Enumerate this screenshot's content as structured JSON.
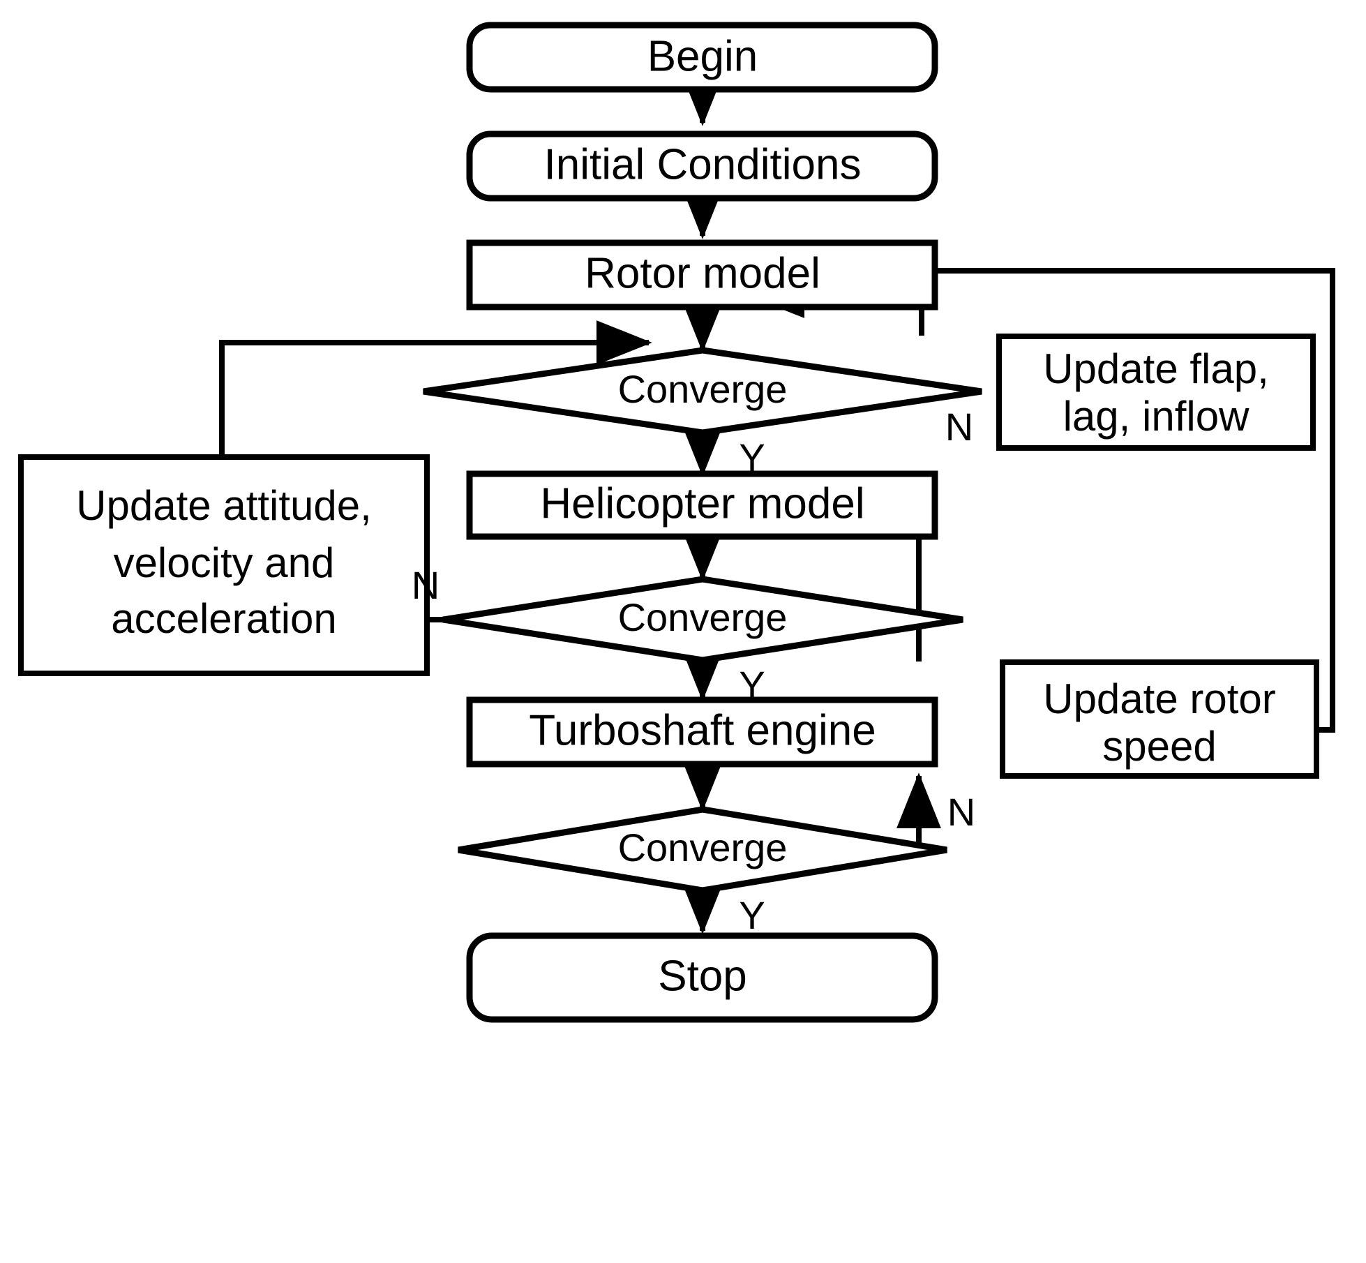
{
  "diagram": {
    "title": "Helicopter flight dynamics simulation flowchart",
    "background_color": "#ffffff",
    "line_color": "#000000",
    "text_color": "#000000",
    "nodes": {
      "begin": {
        "label": "Begin",
        "shape": "rounded-terminator"
      },
      "initial_conditions": {
        "label": "Initial Conditions",
        "shape": "rounded-terminator"
      },
      "rotor_model": {
        "label": "Rotor model",
        "shape": "rectangle"
      },
      "converge_rotor": {
        "label": "Converge",
        "shape": "diamond"
      },
      "update_flap": {
        "label_line1": "Update flap,",
        "label_line2": "lag, inflow",
        "shape": "rectangle"
      },
      "update_attitude": {
        "label_line1": "Update attitude,",
        "label_line2": "velocity and",
        "label_line3": "acceleration",
        "shape": "rectangle"
      },
      "helicopter_model": {
        "label": "Helicopter model",
        "shape": "rectangle"
      },
      "converge_heli": {
        "label": "Converge",
        "shape": "diamond"
      },
      "turboshaft_engine": {
        "label": "Turboshaft engine",
        "shape": "rectangle"
      },
      "converge_engine": {
        "label": "Converge",
        "shape": "diamond"
      },
      "update_rotor_speed": {
        "label_line1": "Update rotor",
        "label_line2": "speed",
        "shape": "rectangle"
      },
      "stop": {
        "label": "Stop",
        "shape": "rounded-terminator"
      }
    },
    "edge_labels": {
      "rotor_no": "N",
      "rotor_yes": "Y",
      "heli_no": "N",
      "heli_yes": "Y",
      "engine_no": "N",
      "engine_yes": "Y"
    }
  }
}
